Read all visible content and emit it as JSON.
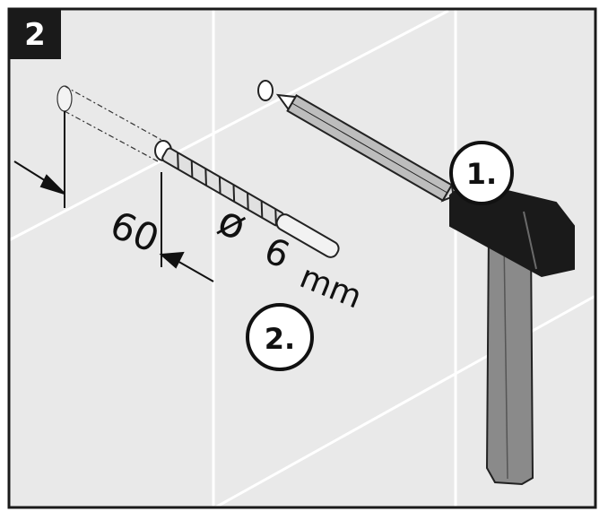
{
  "step_badge": "2",
  "labels": {
    "depth": "60",
    "diameter_symbol": "ø",
    "diameter_value": "6",
    "diameter_unit": "mm"
  },
  "steps": [
    {
      "number": "1."
    },
    {
      "number": "2."
    }
  ],
  "colors": {
    "wall": "#e9e9e9",
    "frame": "#1a1a1a",
    "tile_grout": "#ffffff",
    "hammer_head": "#1a1a1a",
    "hammer_handle": "#8a8a8a",
    "tool_gray": "#bdbdbd"
  },
  "icons": [
    "hammer-icon",
    "pencil-icon",
    "drill-bit-icon",
    "wall-plug-icon"
  ]
}
